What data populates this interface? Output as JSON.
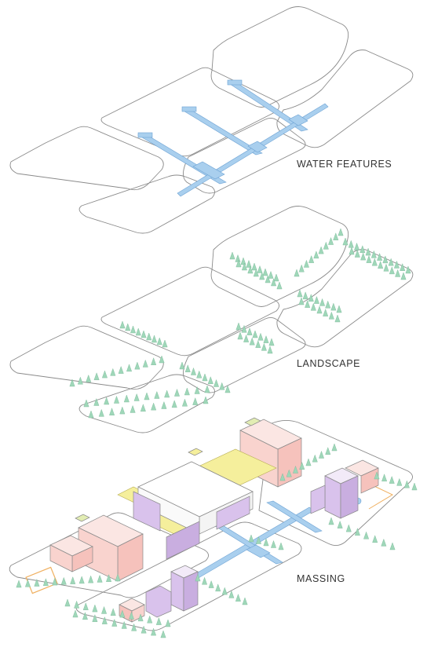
{
  "layers": [
    {
      "label": "WATER FEATURES"
    },
    {
      "label": "LANDSCAPE"
    },
    {
      "label": "MASSING"
    }
  ],
  "colors": {
    "outline": "#8a8a8a",
    "water": "#a9cfee",
    "tree": "#9fd7b9",
    "building_pink": "#f6c2bc",
    "building_purple": "#d9c2ec",
    "building_yellow": "#f5ef9c",
    "building_green": "#e2edb3"
  }
}
